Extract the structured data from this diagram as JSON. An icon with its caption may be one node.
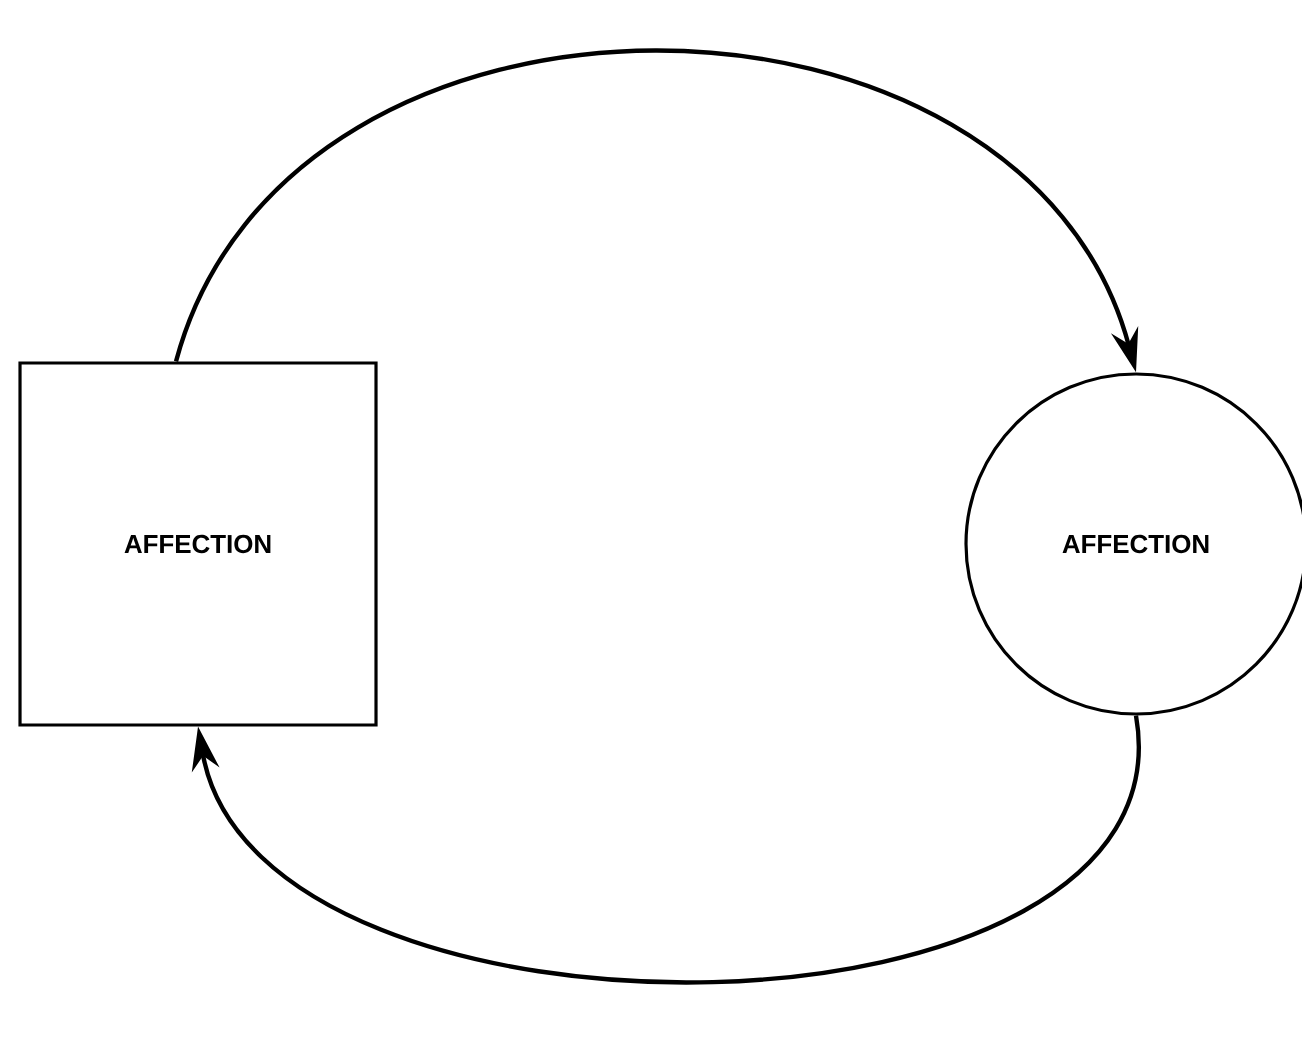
{
  "diagram": {
    "nodes": [
      {
        "text": [
          "AFFECTION"
        ]
      },
      {
        "text": [
          "AFFECTION"
        ]
      }
    ],
    "edges": [
      {
        "from": 0,
        "to": 1,
        "arrow": "to"
      },
      {
        "from": 1,
        "to": 0,
        "arrow": "to"
      }
    ]
  }
}
